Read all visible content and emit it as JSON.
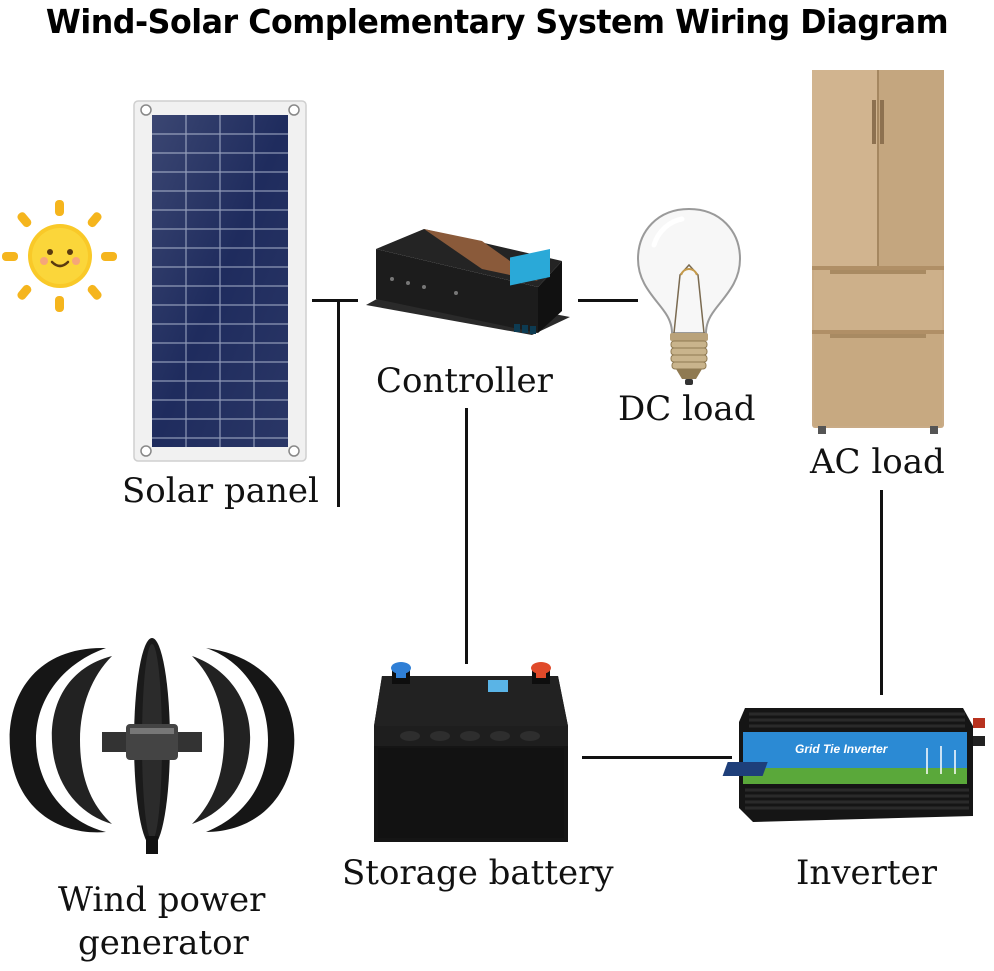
{
  "title": "Wind-Solar Complementary System Wiring Diagram",
  "labels": {
    "solar_panel": "Solar panel",
    "controller": "Controller",
    "dc_load": "DC load",
    "ac_load": "AC load",
    "wind_line1": "Wind power",
    "wind_line2": "generator",
    "battery": "Storage battery",
    "inverter": "Inverter"
  },
  "inverter_text": "Grid Tie Inverter",
  "colors": {
    "wire": "#111111",
    "solar_cell": "#1f2c5e",
    "sun": "#f5b51d",
    "fridge": "#c9ab86",
    "controller_body": "#1c1c1c",
    "controller_lid": "#8a5a3a",
    "controller_screen": "#2aa9d8",
    "battery_body": "#1a1a1a",
    "terminal_positive": "#e04a2a",
    "terminal_negative": "#2f7fd6",
    "inverter_panel": "#2b8ad4",
    "inverter_grass": "#5aa83a"
  }
}
